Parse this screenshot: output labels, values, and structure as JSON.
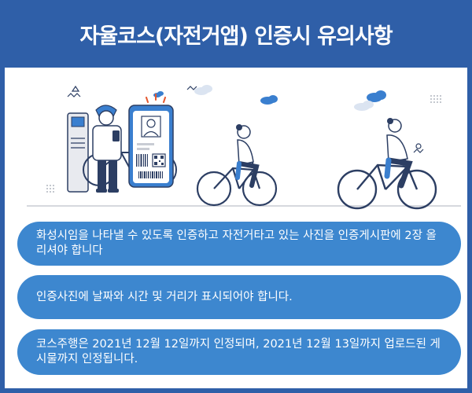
{
  "header": {
    "title": "자율코스(자전거앱) 인증시 유의사항"
  },
  "notices": [
    {
      "text": "화성시임을 나타낼 수 있도록 인증하고 자전거타고 있는 사진을 인증게시판에 2장 올리셔야 합니다"
    },
    {
      "text": "인증사진에 날짜와 시간 및 거리가 표시되어야 합니다."
    },
    {
      "text": "코스주행은 2021년 12월 12일까지 인정되며, 2021년 12월 13일까지 업로드된 게시물까지 인정됩니다."
    }
  ],
  "colors": {
    "header_bg": "#2f5fa8",
    "pill_bg": "#3d87cf",
    "navy": "#2c3e63",
    "accent_blue": "#3a7fcf"
  },
  "icons": [
    "id-card-icon",
    "qr-code-icon",
    "barcode-icon",
    "kiosk-icon",
    "cloud-icon",
    "bicycle-icon"
  ]
}
